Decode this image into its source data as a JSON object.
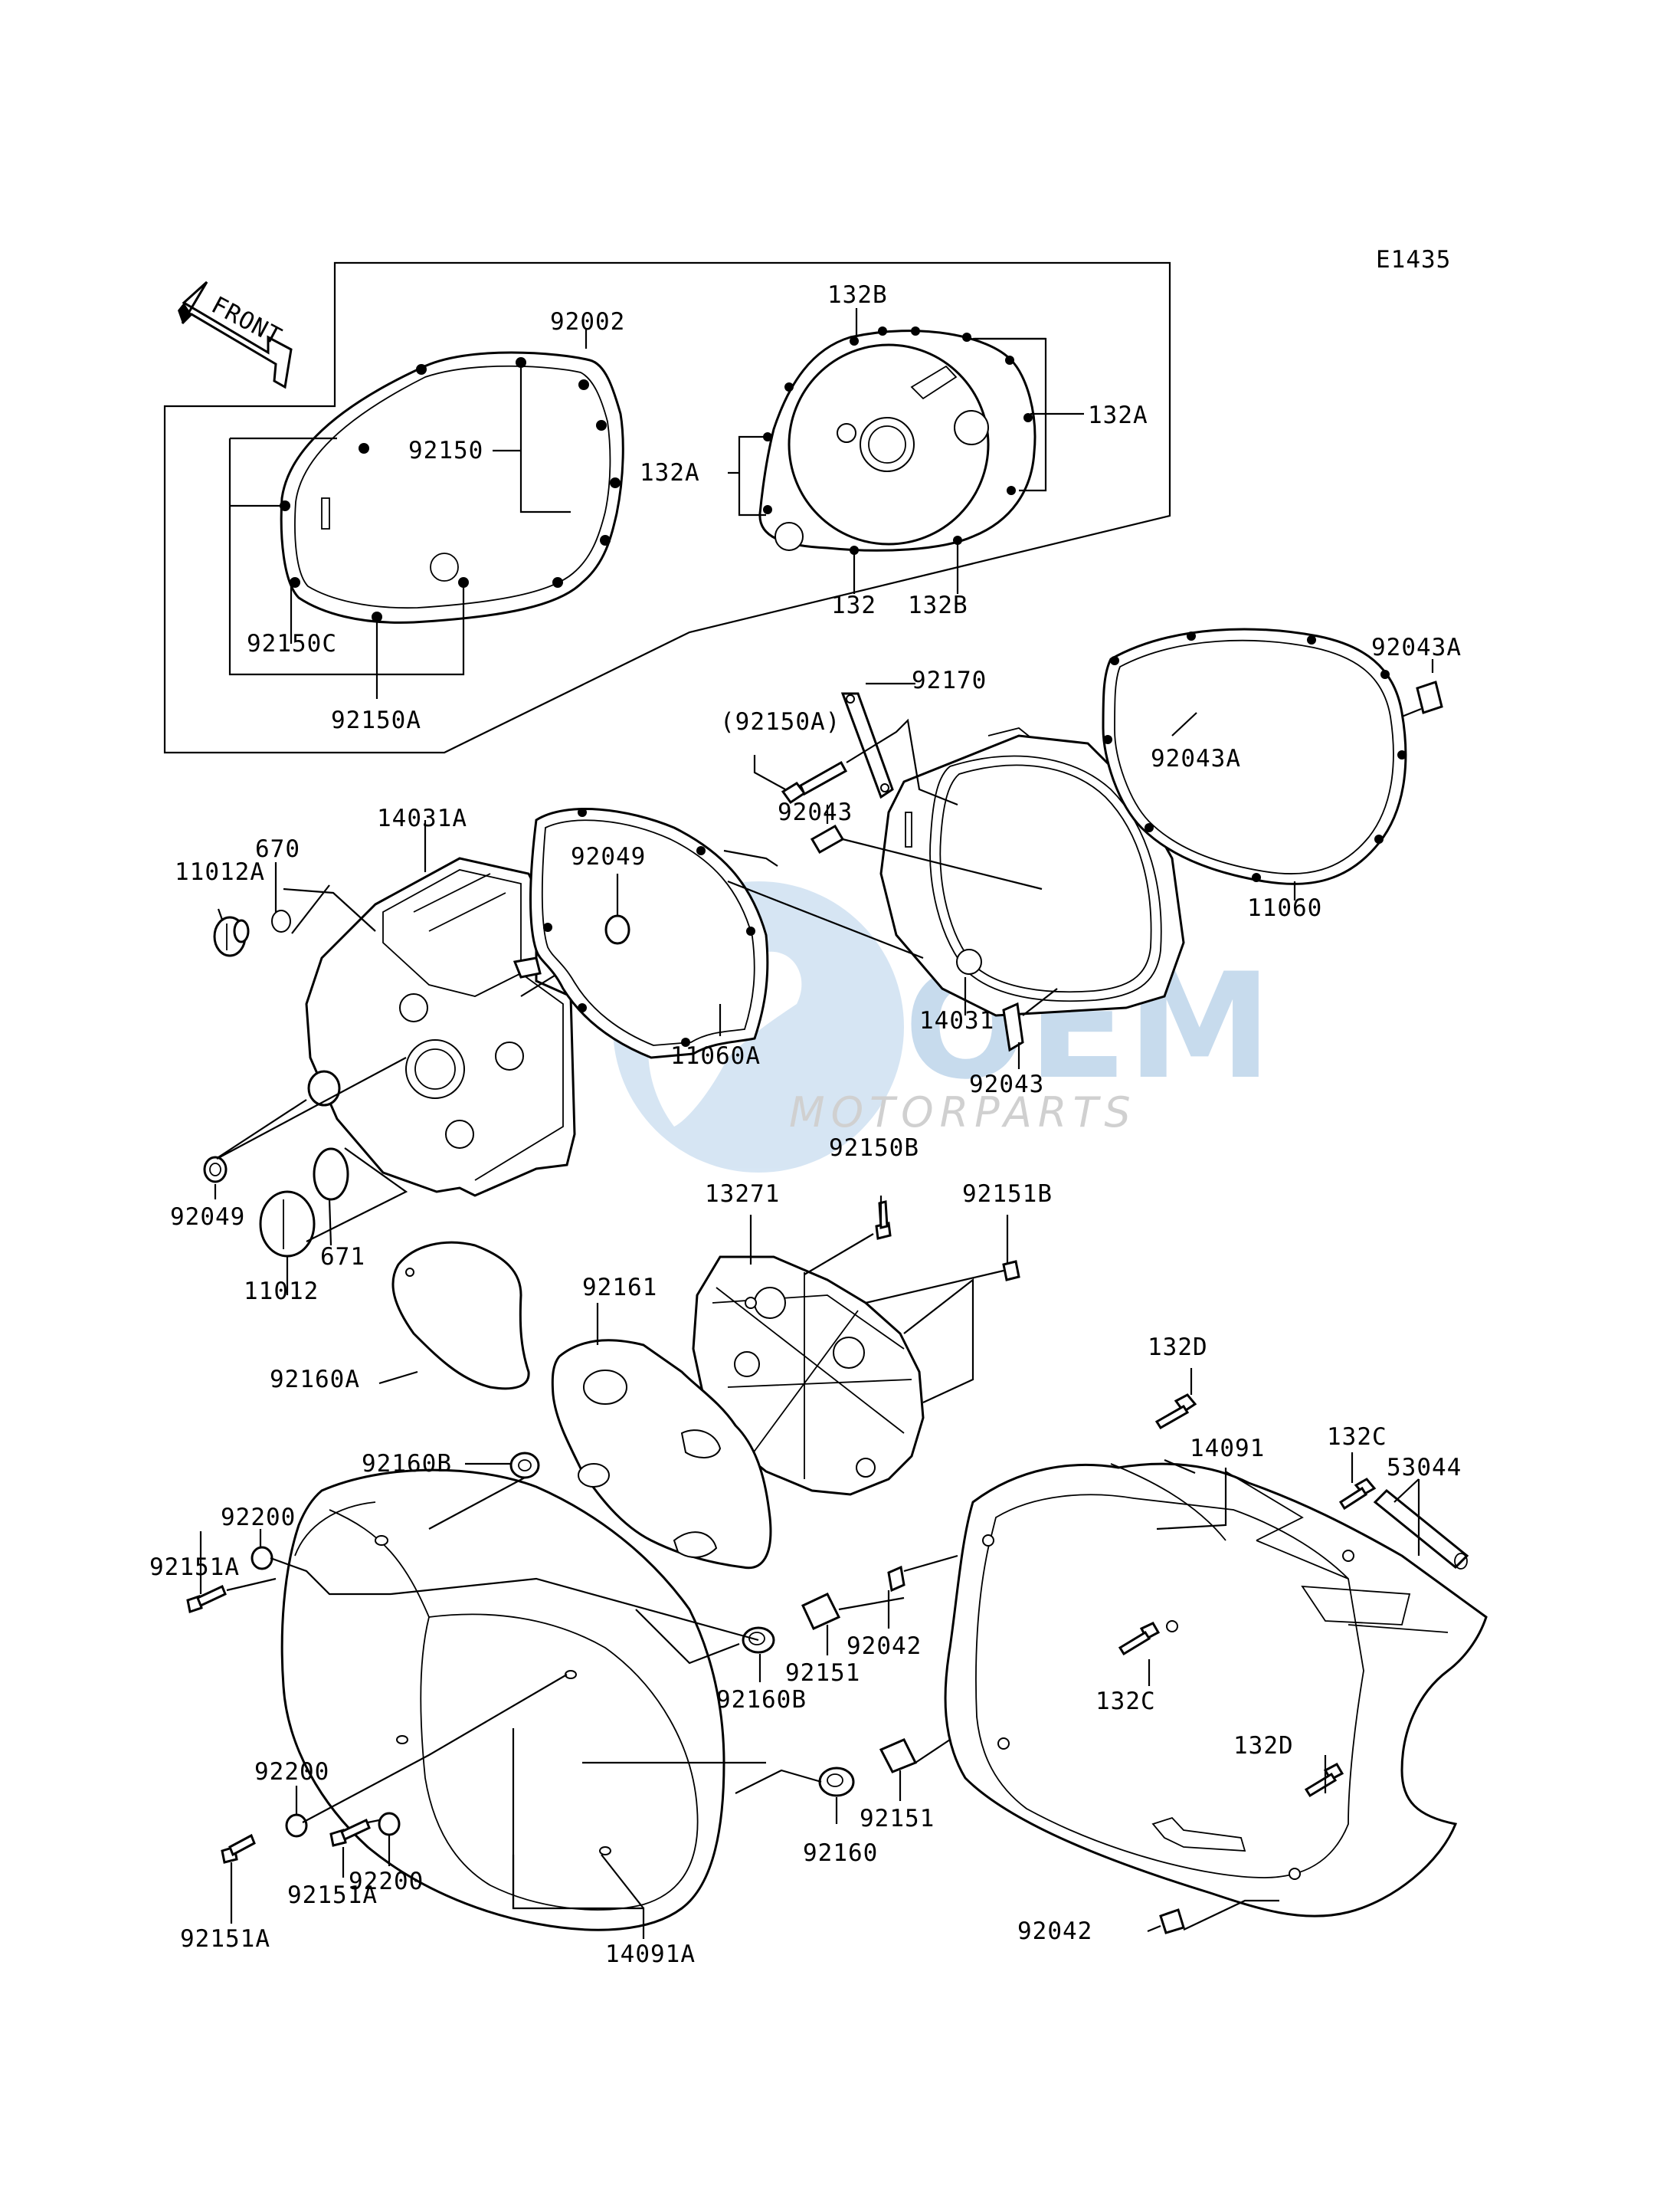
{
  "diagram_code": "E1435",
  "front_label": "FRONT",
  "watermark": {
    "main": "OEM",
    "sub": "MOTORPARTS"
  },
  "parts": {
    "p92002": "92002",
    "p92150": "92150",
    "p92150C": "92150C",
    "p92150A": "92150A",
    "p132B_top": "132B",
    "p132A_right": "132A",
    "p132A_left": "132A",
    "p132": "132",
    "p132B_bottom": "132B",
    "p92043A_right": "92043A",
    "p92043A_inner": "92043A",
    "p92170": "92170",
    "p92150A_paren": "(92150A)",
    "p92043_top": "92043",
    "p11060": "11060",
    "p14031A": "14031A",
    "p670": "670",
    "p11012A": "11012A",
    "p92049_top": "92049",
    "p11060A": "11060A",
    "p14031": "14031",
    "p92043_bottom": "92043",
    "p92049_bottom": "92049",
    "p671": "671",
    "p11012": "11012",
    "p92150B": "92150B",
    "p13271": "13271",
    "p92151B": "92151B",
    "p92161": "92161",
    "p92160A": "92160A",
    "p132D_top": "132D",
    "p132C_top": "132C",
    "p14091": "14091",
    "p53044": "53044",
    "p92160B_top": "92160B",
    "p92200_top": "92200",
    "p92151A_top": "92151A",
    "p92042_mid": "92042",
    "p92151_mid": "92151",
    "p92160B_mid": "92160B",
    "p132C_mid": "132C",
    "p132D_bottom": "132D",
    "p92200_mid": "92200",
    "p92151_bottom": "92151",
    "p92200_bottom": "92200",
    "p92151A_mid": "92151A",
    "p92160": "92160",
    "p92151A_bottom": "92151A",
    "p14091A": "14091A",
    "p92042_bottom": "92042"
  }
}
